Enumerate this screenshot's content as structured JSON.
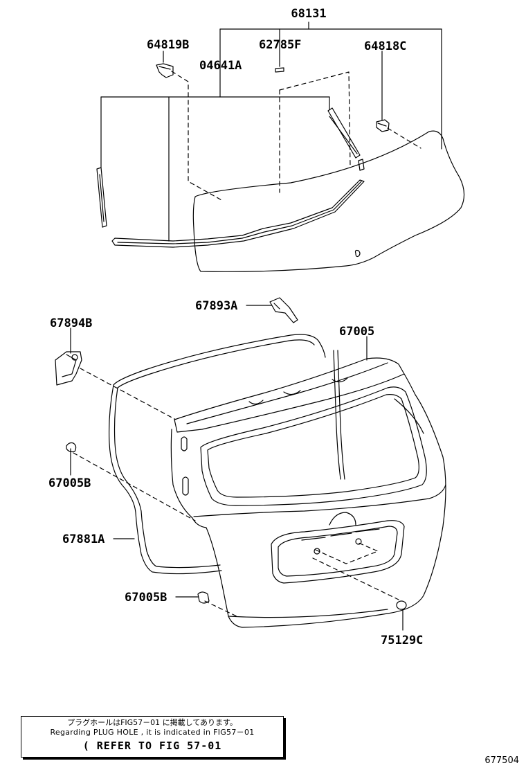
{
  "labels": {
    "p68131": "68131",
    "p64819B": "64819B",
    "p62785F": "62785F",
    "p64818C": "64818C",
    "p04641A": "04641A",
    "p67893A": "67893A",
    "p67894B": "67894B",
    "p67005": "67005",
    "p67005B_upper": "67005B",
    "p67881A": "67881A",
    "p67005B_lower": "67005B",
    "p75129C": "75129C"
  },
  "note": {
    "japanese": "プラグホールはFIG57－01 に掲載してあります。",
    "english": "Regarding  PLUG HOLE  , it is  indicated  in  FIG57－01",
    "reference": "( REFER TO FIG 57-01"
  },
  "diagram_id": "677504"
}
